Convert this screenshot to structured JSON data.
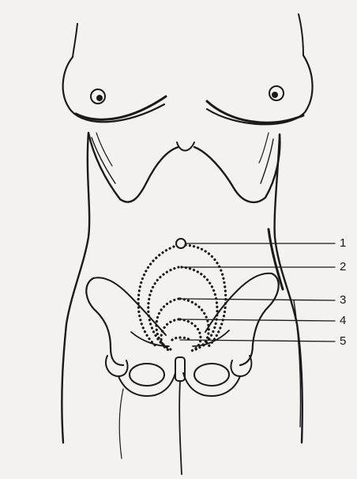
{
  "figure": {
    "ink_color": "#1a1a1a",
    "paper_color": "#f4f2ee",
    "callouts": [
      {
        "label": "1"
      },
      {
        "label": "2"
      },
      {
        "label": "3"
      },
      {
        "label": "4"
      },
      {
        "label": "5"
      }
    ]
  }
}
